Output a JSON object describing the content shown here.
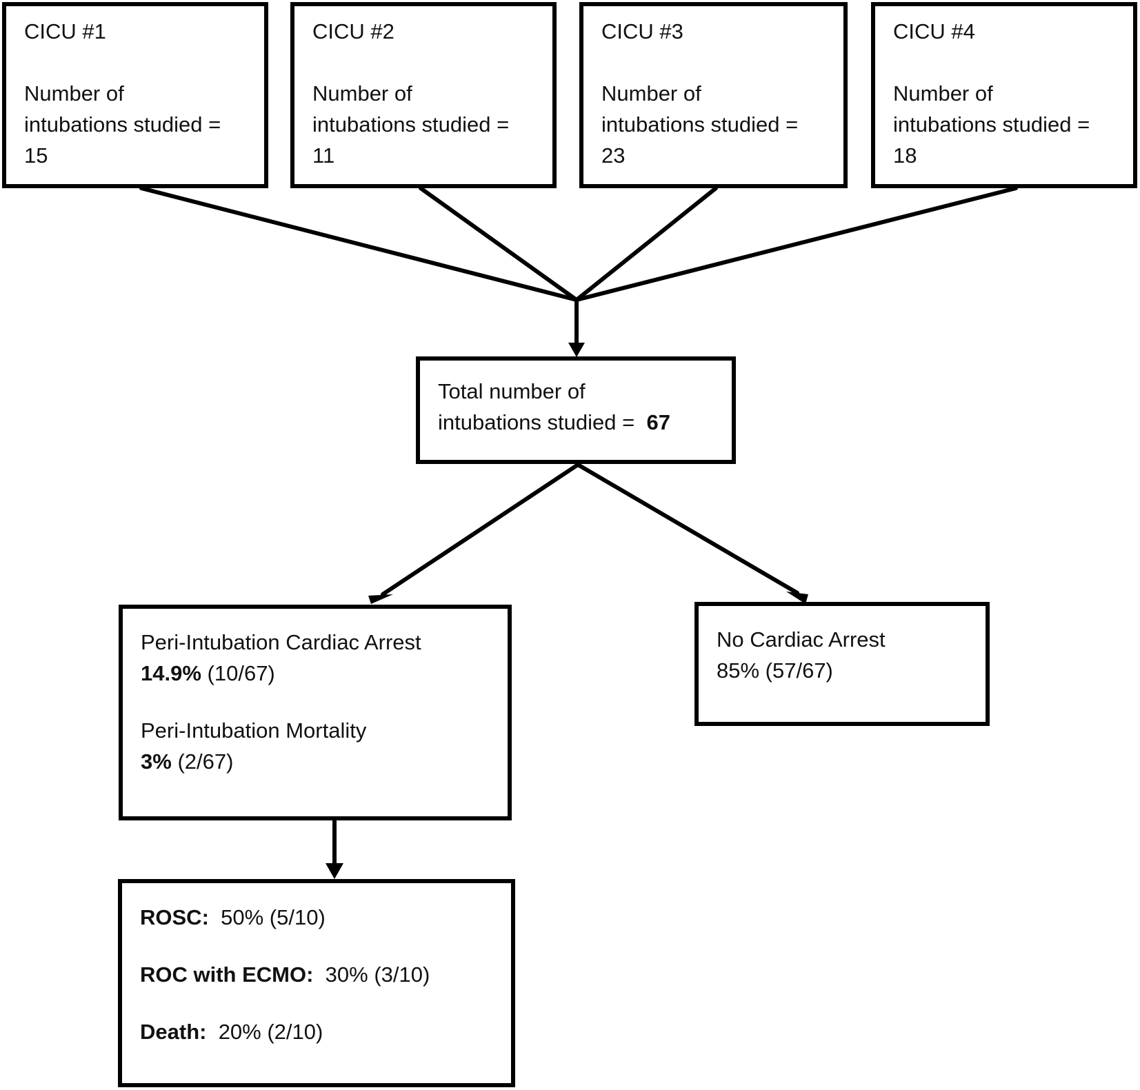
{
  "cicu_boxes": [
    {
      "title": "CICU #1",
      "label_a": "Number of",
      "label_b": "intubations studied =",
      "count": "15"
    },
    {
      "title": "CICU #2",
      "label_a": "Number of",
      "label_b": "intubations studied =",
      "count": "11"
    },
    {
      "title": "CICU #3",
      "label_a": "Number of",
      "label_b": "intubations studied =",
      "count": "23"
    },
    {
      "title": "CICU #4",
      "label_a": "Number of",
      "label_b": "intubations studied =",
      "count": "18"
    }
  ],
  "total": {
    "line1": "Total number of",
    "line2": "intubations studied =",
    "count": "67"
  },
  "arrest": {
    "label": "Peri-Intubation Cardiac Arrest",
    "rate": "14.9%",
    "fraction": "(10/67)",
    "mortality_label": "Peri-Intubation Mortality",
    "mortality_rate": "3%",
    "mortality_fraction": "(2/67)"
  },
  "no_arrest": {
    "label": "No Cardiac Arrest",
    "value": "85% (57/67)"
  },
  "outcomes": [
    {
      "label": "ROSC:",
      "value": "50% (5/10)"
    },
    {
      "label": "ROC with ECMO:",
      "value": "30% (3/10)"
    },
    {
      "label": "Death:",
      "value": "20% (2/10)"
    }
  ]
}
